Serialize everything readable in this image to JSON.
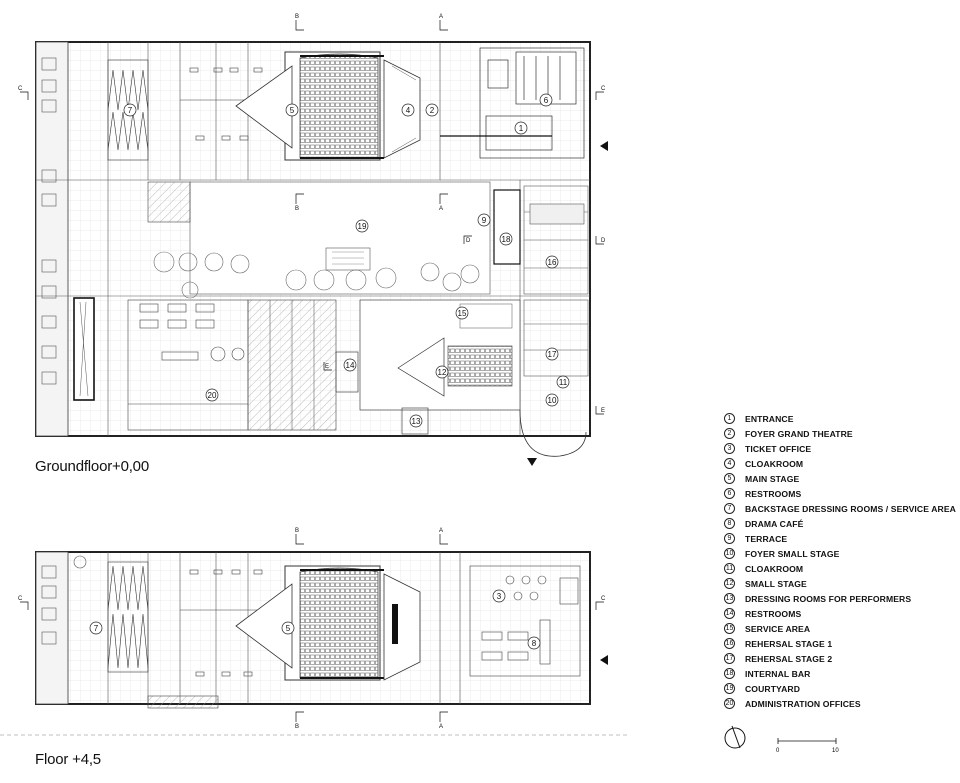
{
  "floors": [
    {
      "title": "Groundfloor+0,00"
    },
    {
      "title": "Floor +4,5"
    }
  ],
  "section_markers": [
    "A",
    "B",
    "C",
    "D",
    "E"
  ],
  "legend": [
    {
      "num": "1",
      "label": "ENTRANCE"
    },
    {
      "num": "2",
      "label": "FOYER GRAND THEATRE"
    },
    {
      "num": "3",
      "label": "TICKET OFFICE"
    },
    {
      "num": "4",
      "label": "CLOAKROOM"
    },
    {
      "num": "5",
      "label": "MAIN STAGE"
    },
    {
      "num": "6",
      "label": "RESTROOMS"
    },
    {
      "num": "7",
      "label": "BACKSTAGE DRESSING ROOMS / SERVICE AREA"
    },
    {
      "num": "8",
      "label": "DRAMA CAFÉ"
    },
    {
      "num": "9",
      "label": "TERRACE"
    },
    {
      "num": "10",
      "label": "FOYER SMALL STAGE"
    },
    {
      "num": "11",
      "label": "CLOAKROOM"
    },
    {
      "num": "12",
      "label": "SMALL STAGE"
    },
    {
      "num": "13",
      "label": "DRESSING ROOMS FOR PERFORMERS"
    },
    {
      "num": "14",
      "label": "RESTROOMS"
    },
    {
      "num": "15",
      "label": "SERVICE AREA"
    },
    {
      "num": "16",
      "label": "REHERSAL STAGE 1"
    },
    {
      "num": "17",
      "label": "REHERSAL STAGE 2"
    },
    {
      "num": "18",
      "label": "INTERNAL BAR"
    },
    {
      "num": "19",
      "label": "COURTYARD"
    },
    {
      "num": "20",
      "label": "ADMINISTRATION OFFICES"
    }
  ],
  "scale_bar": {
    "start": "0",
    "end": "10"
  }
}
